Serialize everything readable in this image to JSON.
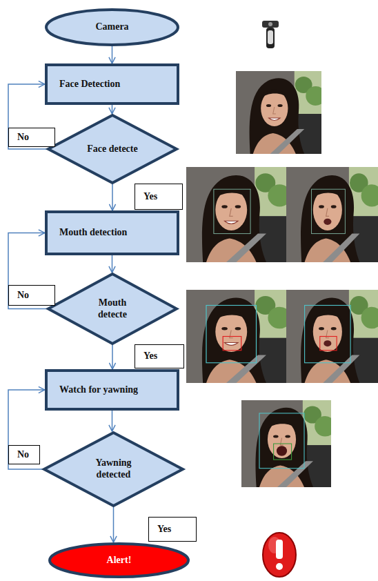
{
  "diagram": {
    "nodes": [
      {
        "text": [
          "Camera"
        ]
      },
      {
        "text": [
          "Face Detection"
        ]
      },
      {
        "text": [
          "Face detecte"
        ]
      },
      {
        "text": [
          "Mouth detection"
        ]
      },
      {
        "text": [
          "Mouth detecte"
        ]
      },
      {
        "text": [
          "Watch for yawning"
        ]
      },
      {
        "text": [
          "Yawning detected"
        ]
      },
      {
        "text": [
          "Alert!"
        ]
      }
    ],
    "edges": [
      {
        "from": 0,
        "to": 1,
        "arrow": "to"
      },
      {
        "from": 1,
        "to": 2,
        "arrow": "to"
      },
      {
        "from": 2,
        "to": 1,
        "label": "No",
        "arrow": "to"
      },
      {
        "from": 2,
        "to": 3,
        "label": "Yes",
        "arrow": "to"
      },
      {
        "from": 3,
        "to": 4,
        "arrow": "to"
      },
      {
        "from": 4,
        "to": 3,
        "label": "No",
        "arrow": "to"
      },
      {
        "from": 4,
        "to": 5,
        "label": "Yes",
        "arrow": "to"
      },
      {
        "from": 5,
        "to": 6,
        "arrow": "to"
      },
      {
        "from": 6,
        "to": 5,
        "label": "No",
        "arrow": "to"
      },
      {
        "from": 6,
        "to": 7,
        "label": "Yes",
        "arrow": "to"
      }
    ]
  }
}
